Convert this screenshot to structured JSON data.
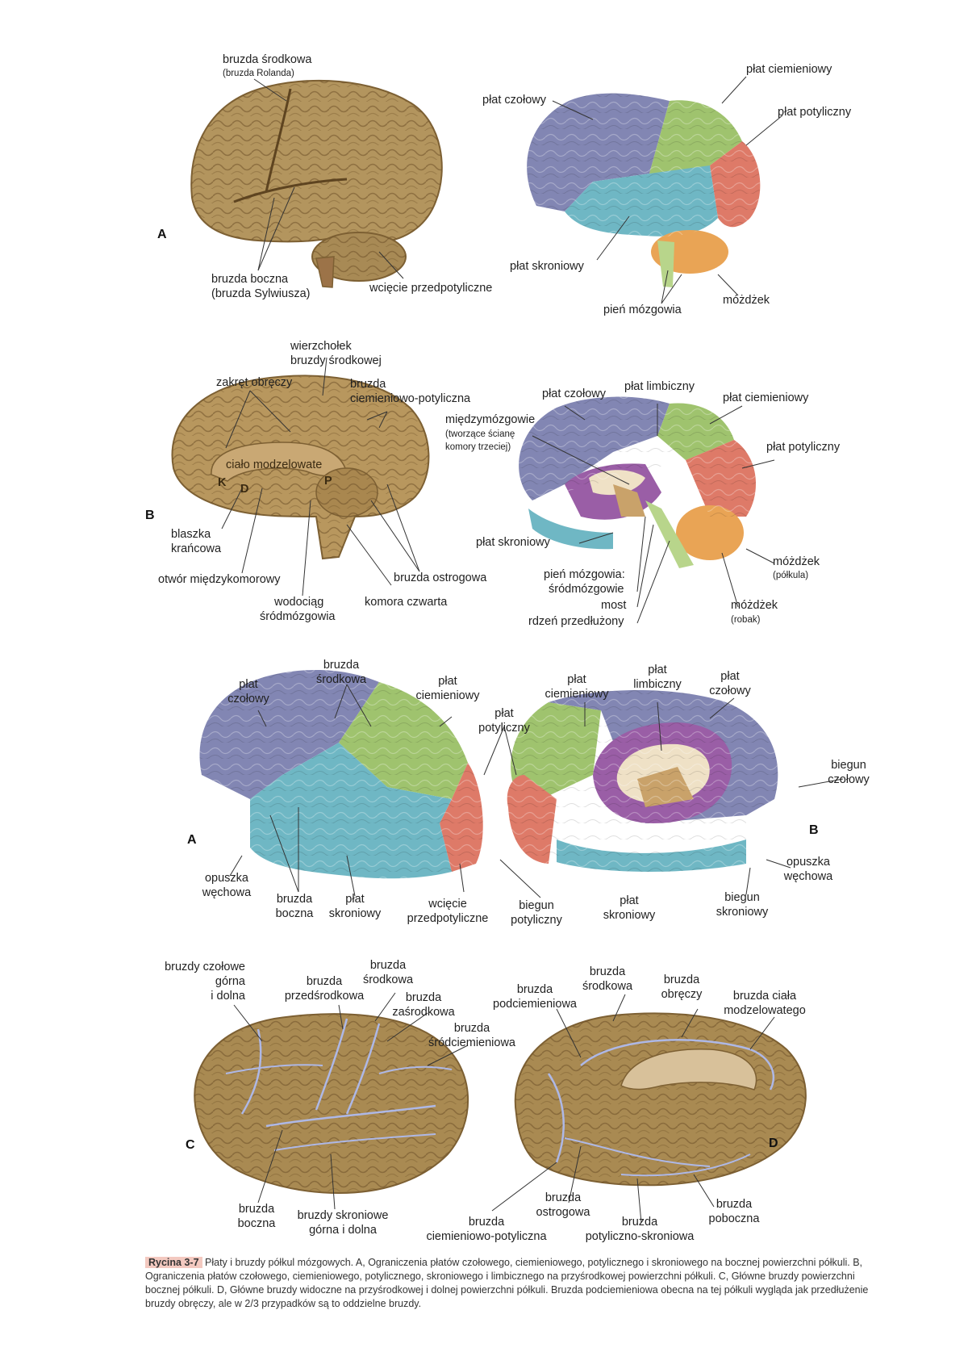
{
  "colors": {
    "tissue": "#b3955e",
    "tissue_dark": "#8a6c3c",
    "frontal": "#8286b3",
    "parietal": "#9fc36e",
    "occipital": "#de7a68",
    "temporal": "#6fb7c4",
    "limbic": "#9a5ea6",
    "cerebellum": "#e9a455",
    "brainstem": "#b8d58b",
    "diencephalon": "#c9a26a",
    "sulcus_line": "#aeb8e6"
  },
  "panels": {
    "top_a": "A",
    "top_b": "B",
    "mid_a": "A",
    "mid_b": "B",
    "bot_c": "C",
    "bot_d": "D"
  },
  "labels": {
    "s1_bruzda_srodkowa": "bruzda środkowa",
    "s1_bruzda_rolanda": "(bruzda Rolanda)",
    "s1_bruzda_boczna": "bruzda boczna",
    "s1_bruzda_sylwiusza": "(bruzda Sylwiusza)",
    "s1_wciecie": "wcięcie przedpotyliczne",
    "s1_plat_czolowy": "płat czołowy",
    "s1_plat_ciemieniowy": "płat ciemieniowy",
    "s1_plat_potyliczny": "płat potyliczny",
    "s1_plat_skroniowy": "płat skroniowy",
    "s1_pien": "pień mózgowia",
    "s1_mozdzek": "móżdżek",
    "s2_wierzcholek_1": "wierzchołek",
    "s2_wierzcholek_2": "bruzdy środkowej",
    "s2_zakret": "zakręt obręczy",
    "s2_bruzda_cp_1": "bruzda",
    "s2_bruzda_cp_2": "ciemieniowo-potyliczna",
    "s2_cialo": "ciało modzelowate",
    "s2_k": "K",
    "s2_d": "D",
    "s2_p": "P",
    "s2_blaszka_1": "blaszka",
    "s2_blaszka_2": "krańcowa",
    "s2_otwor": "otwór międzykomorowy",
    "s2_wodociag_1": "wodociąg",
    "s2_wodociag_2": "śródmózgowia",
    "s2_komora": "komora czwarta",
    "s2_ostrogowa": "bruzda ostrogowa",
    "s2_plat_czolowy": "płat czołowy",
    "s2_plat_limbiczny": "płat limbiczny",
    "s2_plat_ciemieniowy": "płat ciemieniowy",
    "s2_miedzy_1": "międzymózgowie",
    "s2_miedzy_2": "(tworzące ścianę",
    "s2_miedzy_3": "komory trzeciej)",
    "s2_plat_potyliczny": "płat potyliczny",
    "s2_plat_skroniowy": "płat skroniowy",
    "s2_mozdzek_polk_1": "móżdżek",
    "s2_mozdzek_polk_2": "(półkula)",
    "s2_pien_1": "pień mózgowia:",
    "s2_pien_2": "śródmózgowie",
    "s2_most": "most",
    "s2_rdzen": "rdzeń przedłużony",
    "s2_mozdzek_rob_1": "móżdżek",
    "s2_mozdzek_rob_2": "(robak)",
    "s3_plat_czolowy_1": "płat",
    "s3_plat_czolowy_2": "czołowy",
    "s3_bruzda_sr_1": "bruzda",
    "s3_bruzda_sr_2": "środkowa",
    "s3_plat_ciem_1": "płat",
    "s3_plat_ciem_2": "ciemieniowy",
    "s3_plat_pot_1": "płat",
    "s3_plat_pot_2": "potyliczny",
    "s3_opuszka_l_1": "opuszka",
    "s3_opuszka_l_2": "węchowa",
    "s3_bruzda_bocz_1": "bruzda",
    "s3_bruzda_bocz_2": "boczna",
    "s3_plat_skr_l_1": "płat",
    "s3_plat_skr_l_2": "skroniowy",
    "s3_wciecie_1": "wcięcie",
    "s3_wciecie_2": "przedpotyliczne",
    "s3_biegun_pot_1": "biegun",
    "s3_biegun_pot_2": "potyliczny",
    "s3_plat_skr_r_1": "płat",
    "s3_plat_skr_r_2": "skroniowy",
    "s3_biegun_skr_1": "biegun",
    "s3_biegun_skr_2": "skroniowy",
    "s3_opuszka_r_1": "opuszka",
    "s3_opuszka_r_2": "węchowa",
    "s3_biegun_czol_1": "biegun",
    "s3_biegun_czol_2": "czołowy",
    "s3_r_plat_ciem_1": "płat",
    "s3_r_plat_ciem_2": "ciemieniowy",
    "s3_r_plat_limb_1": "płat",
    "s3_r_plat_limb_2": "limbiczny",
    "s3_r_plat_czol_1": "płat",
    "s3_r_plat_czol_2": "czołowy",
    "s4_bruzdy_czol_1": "bruzdy czołowe",
    "s4_bruzdy_czol_2": "górna",
    "s4_bruzdy_czol_3": "i dolna",
    "s4_przedsr_1": "bruzda",
    "s4_przedsr_2": "przedśrodkowa",
    "s4_srodkowa_1": "bruzda",
    "s4_srodkowa_2": "środkowa",
    "s4_zasr_1": "bruzda",
    "s4_zasr_2": "zaśrodkowa",
    "s4_srodciem_1": "bruzda",
    "s4_srodciem_2": "śródciemieniowa",
    "s4_boczna_1": "bruzda",
    "s4_boczna_2": "boczna",
    "s4_skroniowe_1": "bruzdy skroniowe",
    "s4_skroniowe_2": "górna i dolna",
    "s4_podciem_1": "bruzda",
    "s4_podciem_2": "podciemieniowa",
    "s4_d_srodkowa_1": "bruzda",
    "s4_d_srodkowa_2": "środkowa",
    "s4_obreczy_1": "bruzda",
    "s4_obreczy_2": "obręczy",
    "s4_ciala_1": "bruzda ciała",
    "s4_ciala_2": "modzelowatego",
    "s4_ostrogowa_1": "bruzda",
    "s4_ostrogowa_2": "ostrogowa",
    "s4_poboczna_1": "bruzda",
    "s4_poboczna_2": "poboczna",
    "s4_cp_1": "bruzda",
    "s4_cp_2": "ciemieniowo-potyliczna",
    "s4_ps_1": "bruzda",
    "s4_ps_2": "potyliczno-skroniowa"
  },
  "caption": {
    "figure": "Rycina 3-7",
    "text": "Płaty i bruzdy półkul mózgowych. A, Ograniczenia płatów czołowego, ciemieniowego, potylicznego i skroniowego na bocznej powierzchni półkuli. B, Ograniczenia płatów czołowego, ciemieniowego, potylicznego, skroniowego i limbicznego na przyśrodkowej powierzchni półkuli. C, Główne bruzdy powierzchni bocznej półkuli. D, Główne bruzdy widoczne na przyśrodkowej i dolnej powierzchni półkuli. Bruzda podciemieniowa obecna na tej półkuli wygląda jak przedłużenie bruzdy obręczy, ale w 2/3 przypadków są to oddzielne bruzdy."
  }
}
